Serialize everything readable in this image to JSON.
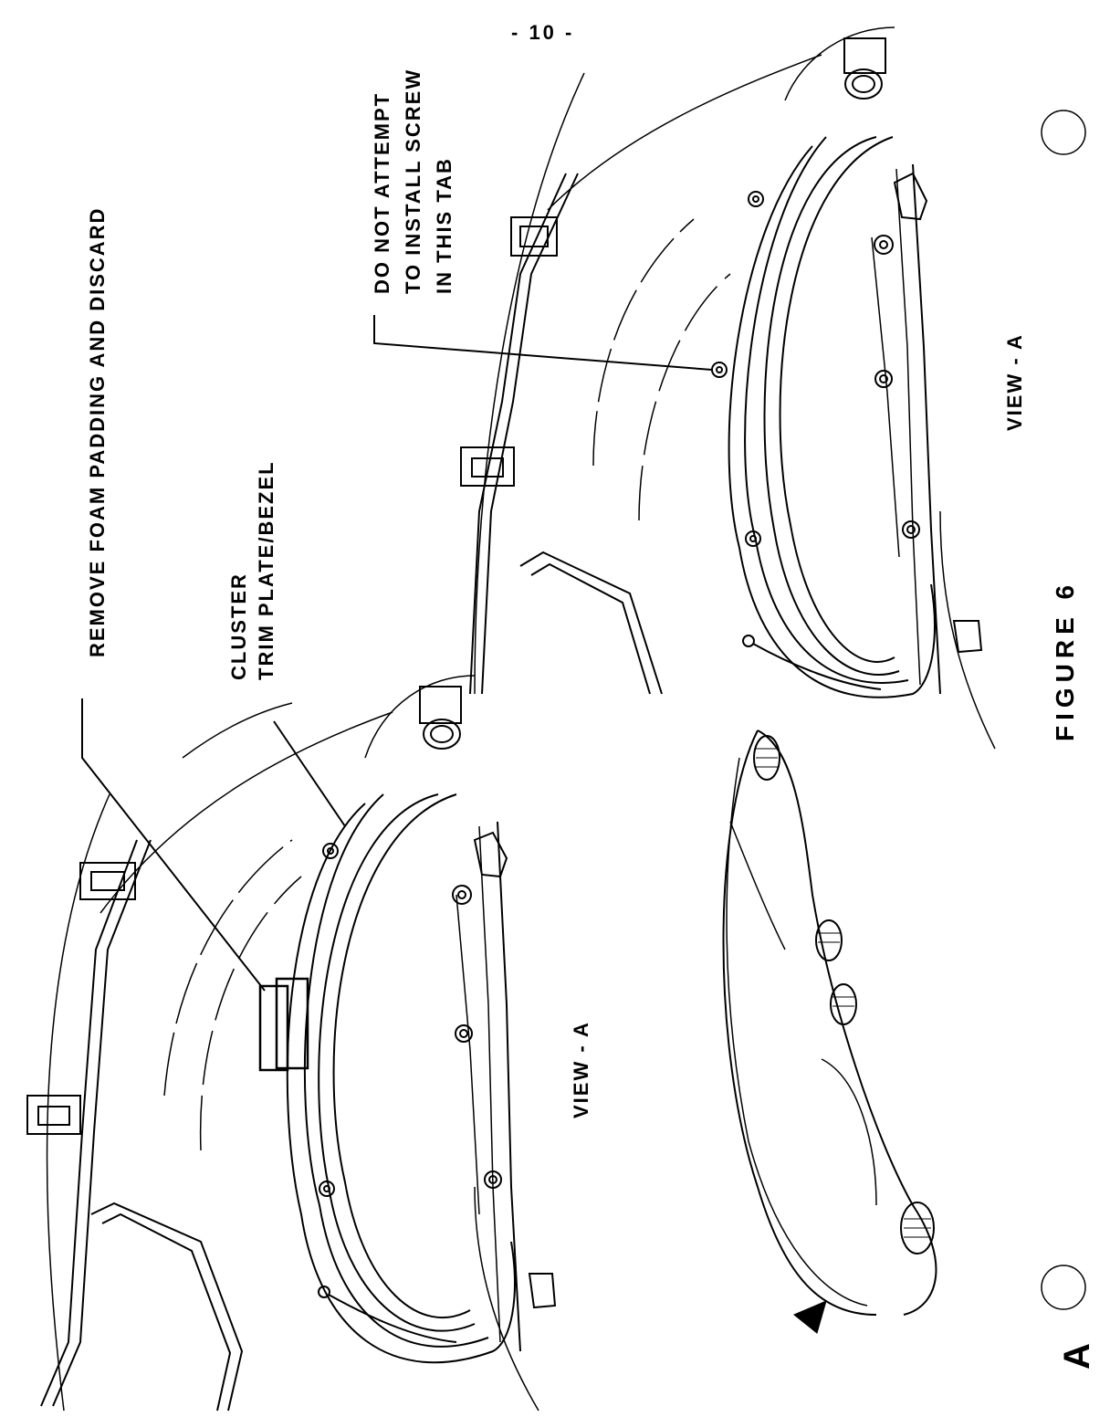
{
  "page": {
    "number": "- 10 -",
    "figure_label": "FIGURE 6"
  },
  "callouts": {
    "foam": "REMOVE FOAM PADDING AND DISCARD",
    "cluster_line1": "CLUSTER",
    "cluster_line2": "TRIM PLATE/BEZEL",
    "tab_line1": "DO NOT ATTEMPT",
    "tab_line2": "TO INSTALL SCREW",
    "tab_line3": "IN THIS TAB"
  },
  "views": {
    "left_label": "VIEW - A",
    "right_label": "VIEW - A",
    "arrow_letter": "A"
  },
  "colors": {
    "ink": "#000000",
    "paper": "#ffffff"
  }
}
